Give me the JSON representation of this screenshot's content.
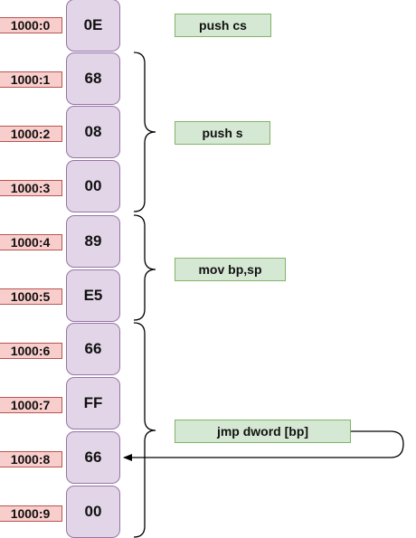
{
  "rows": [
    {
      "addr": "1000:0",
      "byte": "0E"
    },
    {
      "addr": "1000:1",
      "byte": "68"
    },
    {
      "addr": "1000:2",
      "byte": "08"
    },
    {
      "addr": "1000:3",
      "byte": "00"
    },
    {
      "addr": "1000:4",
      "byte": "89"
    },
    {
      "addr": "1000:5",
      "byte": "E5"
    },
    {
      "addr": "1000:6",
      "byte": "66"
    },
    {
      "addr": "1000:7",
      "byte": "FF"
    },
    {
      "addr": "1000:8",
      "byte": "66"
    },
    {
      "addr": "1000:9",
      "byte": "00"
    }
  ],
  "instructions": [
    {
      "text": "push cs",
      "from_byte": 0,
      "to_byte": 0
    },
    {
      "text": "push s",
      "from_byte": 1,
      "to_byte": 3
    },
    {
      "text": "mov bp,sp",
      "from_byte": 4,
      "to_byte": 5
    },
    {
      "text": "jmp dword [bp]",
      "from_byte": 6,
      "to_byte": 9
    }
  ],
  "jump": {
    "from_instruction": 3,
    "to_byte": 8
  },
  "colors": {
    "addr_fill": "#f8cecc",
    "addr_stroke": "#b85450",
    "cell_fill": "#e1d5e7",
    "cell_stroke": "#9673a6",
    "instr_fill": "#d5e8d4",
    "instr_stroke": "#82b366",
    "line": "#000000"
  }
}
